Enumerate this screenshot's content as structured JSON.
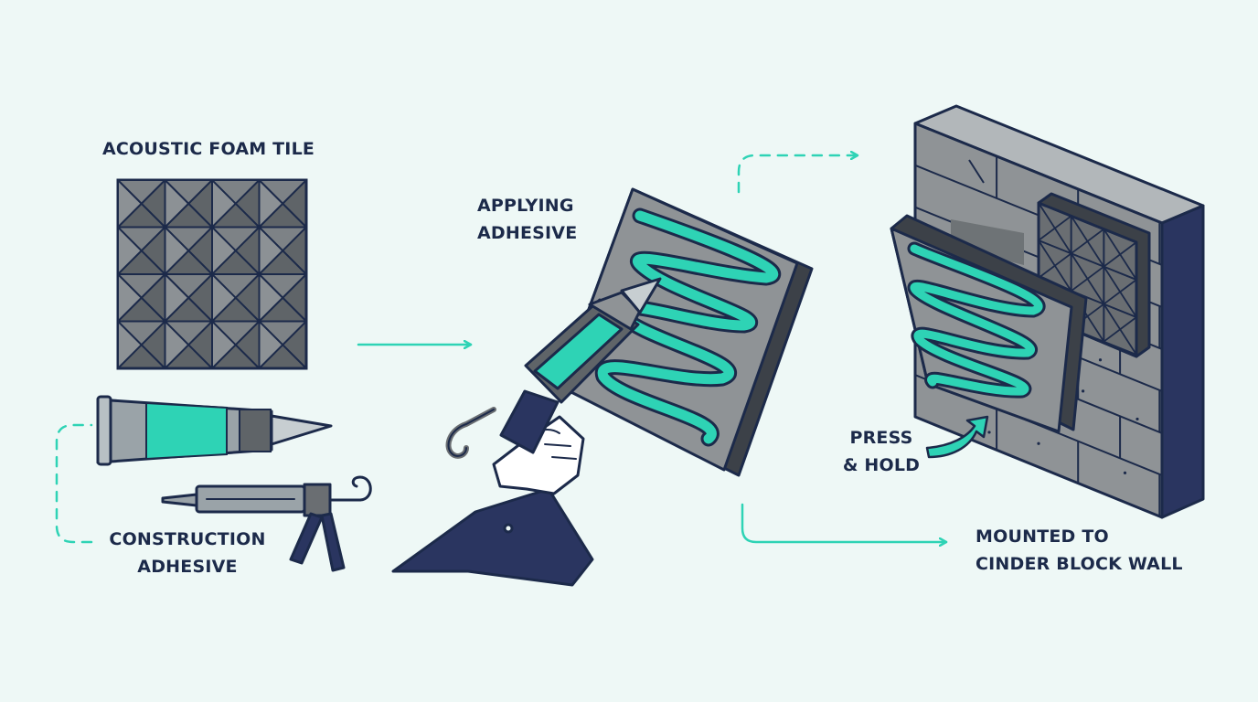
{
  "labels": {
    "foam_tile": "ACOUSTIC FOAM TILE",
    "construction_adhesive": [
      "CONSTRUCTION",
      "ADHESIVE"
    ],
    "applying_adhesive": [
      "APPLYING",
      "ADHESIVE"
    ],
    "press_hold": [
      "PRESS",
      "& HOLD"
    ],
    "mounted": [
      "MOUNTED TO",
      "CINDER BLOCK WALL"
    ]
  },
  "colors": {
    "background": "#eef8f6",
    "accent": "#2ed3b5",
    "navy": "#1c2a4a",
    "foam": "#6a6e72",
    "wall": "#8f9396",
    "wall_side": "#2a3560"
  },
  "icons": [
    "foam-tile-icon",
    "adhesive-tube-icon",
    "caulk-gun-icon",
    "hand-icon",
    "cinder-block-wall-icon",
    "arrow-icon"
  ]
}
